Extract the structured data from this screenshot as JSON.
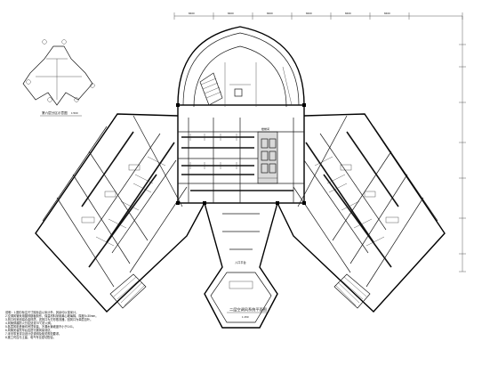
{
  "drawing": {
    "main_title": "二层空调风系统平面图",
    "main_scale": "1:150",
    "key_plan_title": "第六层分区示意图",
    "key_plan_scale": "1:500",
    "entrance_label": "入口平台",
    "core_label": "楼梯间"
  },
  "notes": [
    "说明：1.图中标注尺寸除标高以米计外，其余均以毫米计。",
    "2.空调风管采用镀锌钢板制作，保温材料采用离心玻璃棉，厚度δ=30mm。",
    "3.风口均采用铝合金材质，送风口为方形散流器，回风口为单层百叶。",
    "4.风管穿越防火分区处设70℃防火阀。",
    "5.各层风机盘管均吊顶安装，冷凝水管坡度不小于0.01。",
    "6.风管安装完毕后应进行漏风量测试。",
    "7.未尽事宜详见设计总说明及相关规范要求。",
    "8.施工时应与土建、电气专业密切配合。"
  ],
  "dimension_labels": [
    "8400",
    "8400",
    "8400",
    "8400",
    "8400",
    "8400"
  ]
}
